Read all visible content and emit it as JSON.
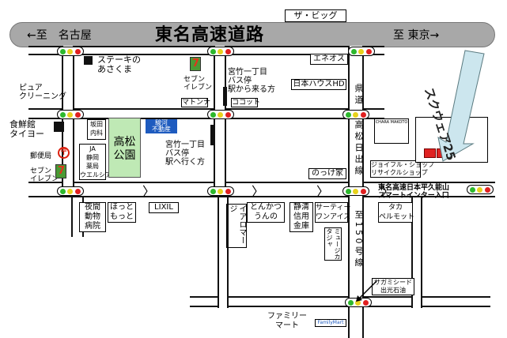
{
  "expressway": {
    "title": "東名高速道路",
    "left_dir": "←至　名古屋",
    "right_dir": "至 東京→"
  },
  "landmarks": {
    "the_big": "ザ・ビッグ",
    "steak": "ステーキの\nあさくま",
    "seven_top_label": "セブン\nイレブン",
    "bus_top": "宮竹一丁目\nバス停\n駅から来る方",
    "eneos": "エネオス",
    "nihon_house": "日本ハウスHD",
    "matsuna": "マトンナ",
    "cocotto": "ココット",
    "pure_cleaning": "ピュア\nクリーニング",
    "sakana": "食鮮館\nタイヨー",
    "post_office": "郵便局",
    "seven_left_label": "セブン\nイレブン",
    "clinic": "坂田\n内科",
    "ja": "JA\n静岡\n薬局\nウエルシア",
    "park": "高松\n公園",
    "fudosan": "駿河\n不動産",
    "bus_mid": "宮竹一丁目\nバス停\n駅へ行く方",
    "chara": "CHARA MAKOTO",
    "jyoshin": "ジョイフル・ショップ\nリサイクルショップ",
    "nokke": "のっけ家",
    "square25": "スクウェア25",
    "smart_ic": "東名高速日本平久能山\nスマートインター入口",
    "yakan": "夜間\n動物\n病院",
    "hotto": "ほっと\nもっと",
    "lixil": "LIXIL",
    "iraromasaji": "イアロマージ",
    "tonkatsu": "とんかつ\nうんの",
    "shizushin": "静清\n信用\n金庫",
    "thirty": "サーティー\nワンアイス",
    "musica": "ミュージカ\nタジャ",
    "takapel": "タカ\nペルモット",
    "sagami": "サガミシード\n出光石油",
    "family": "ファミリー\nマート",
    "family_sign": "FamilyMart",
    "ken_road": "県\n道",
    "takamatsu_sen": "高\n松\n日\n出\n線",
    "route150": "至\n1\n5\n0\n号\n線"
  },
  "colors": {
    "expressway": "#a8a8a8",
    "park": "#bfe9b5",
    "sign_blue": "#1e5bbf",
    "square_arrow": "#cce6ee",
    "signal_red": "#e02020",
    "signal_yellow": "#e8d21c",
    "signal_green": "#2db82d"
  }
}
